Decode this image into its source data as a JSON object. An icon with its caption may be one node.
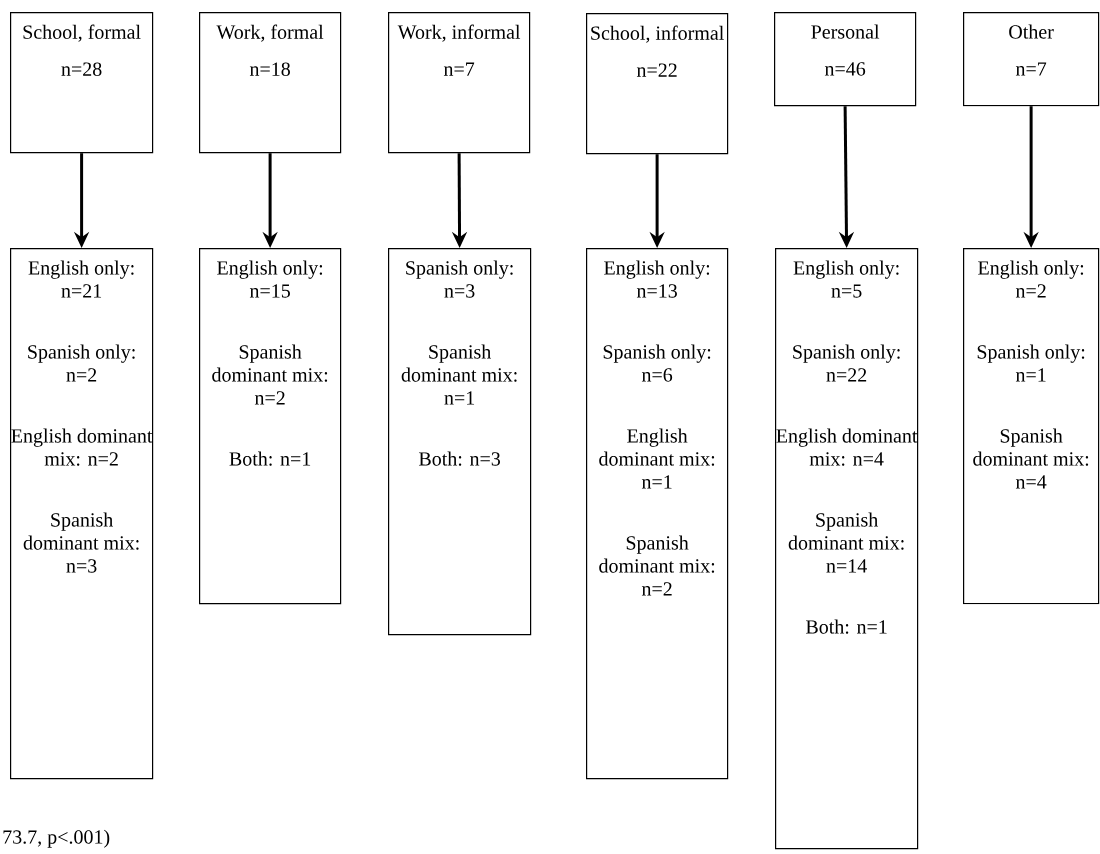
{
  "diagram": {
    "nodes": [
      {
        "text": [
          "School, formal",
          "n=28"
        ]
      },
      {
        "text": [
          "Work, formal",
          "n=18"
        ]
      },
      {
        "text": [
          "Work, informal",
          "n=7"
        ]
      },
      {
        "text": [
          "School, informal",
          "n=22"
        ]
      },
      {
        "text": [
          "Personal",
          "n=46"
        ]
      },
      {
        "text": [
          "Other",
          "n=7"
        ]
      },
      {
        "text": [
          "English only: n=21",
          "Spanish only: n=2",
          "English dominant mix: n=2",
          "Spanish dominant mix: n=3"
        ]
      },
      {
        "text": [
          "English only: n=15",
          "Spanish dominant mix: n=2",
          "Both: n=1"
        ]
      },
      {
        "text": [
          "Spanish only: n=3",
          "Spanish dominant mix: n=1",
          "Both: n=3"
        ]
      },
      {
        "text": [
          "English only: n=13",
          "Spanish only: n=6",
          "English dominant mix: n=1",
          "Spanish dominant mix: n=2"
        ]
      },
      {
        "text": [
          "English only: n=5",
          "Spanish only: n=22",
          "English dominant mix: n=4",
          "Spanish dominant mix: n=14",
          "Both: n=1"
        ]
      },
      {
        "text": [
          "English only: n=2",
          "Spanish only: n=1",
          "Spanish dominant mix: n=4"
        ]
      }
    ],
    "edges": [
      {
        "from": 0,
        "to": 6,
        "arrow": "to"
      },
      {
        "from": 1,
        "to": 7,
        "arrow": "to"
      },
      {
        "from": 2,
        "to": 8,
        "arrow": "to"
      },
      {
        "from": 3,
        "to": 9,
        "arrow": "to"
      },
      {
        "from": 4,
        "to": 10,
        "arrow": "to"
      },
      {
        "from": 5,
        "to": 11,
        "arrow": "to"
      }
    ],
    "labels": [
      "73.7, p<.001)"
    ]
  }
}
